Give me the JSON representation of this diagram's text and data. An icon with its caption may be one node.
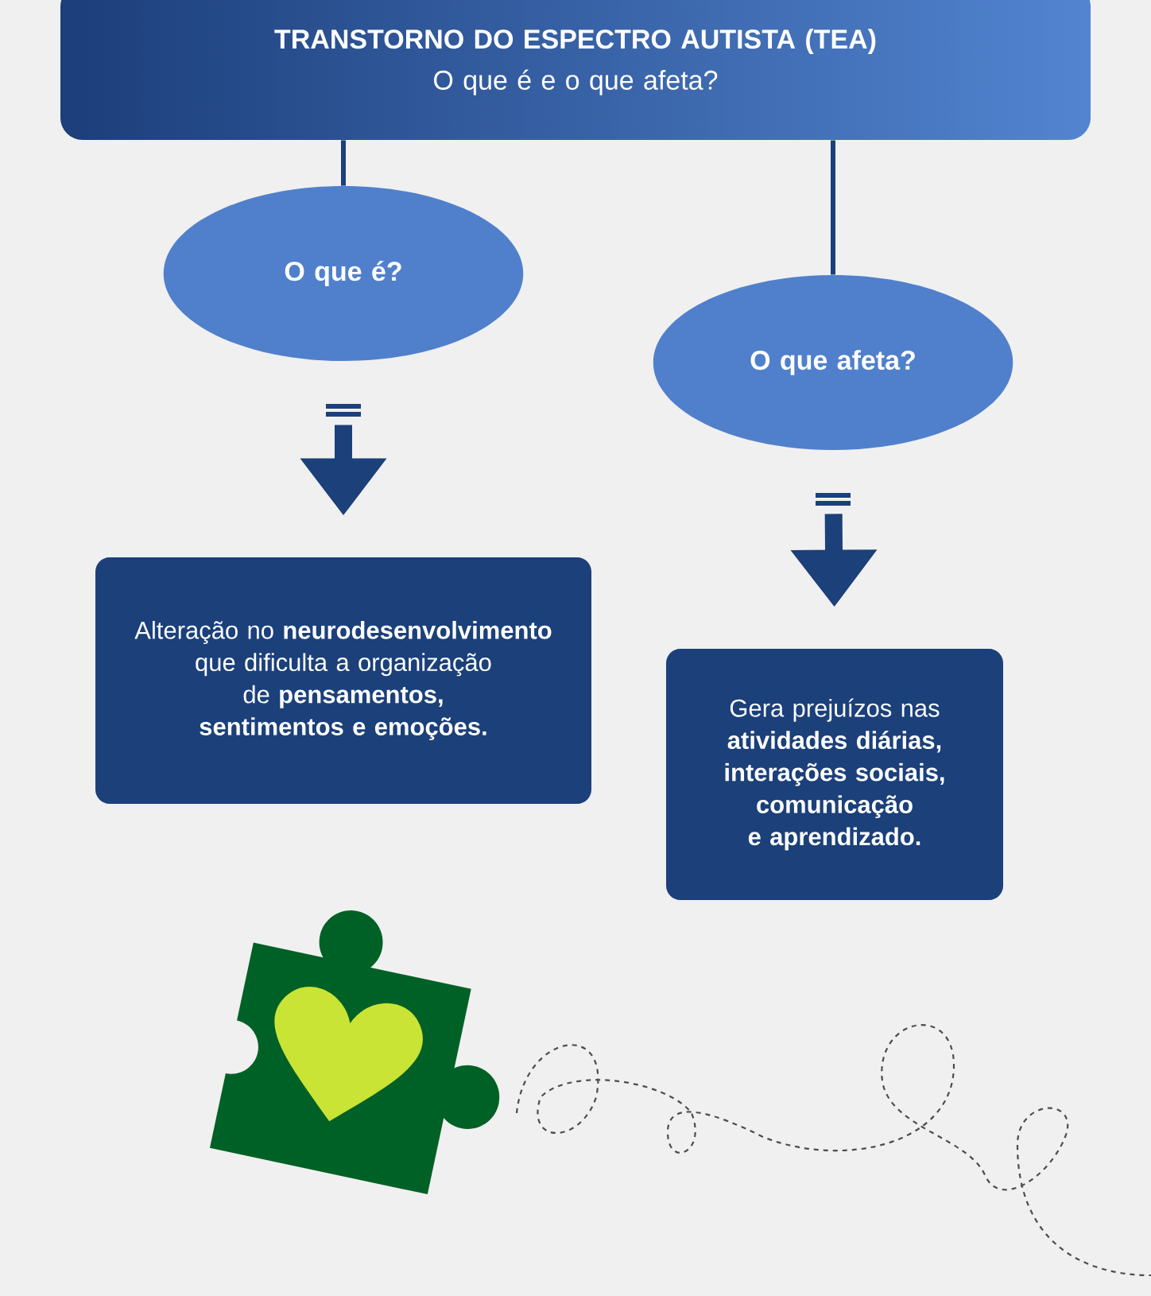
{
  "diagram": {
    "nodes": [
      {
        "text": [
          "TRANSTORNO DO ESPECTRO AUTISTA (TEA)",
          "O que é e o que afeta?"
        ]
      },
      {
        "text": [
          "O que é?"
        ]
      },
      {
        "text": [
          "O que afeta?"
        ]
      },
      {
        "text": [
          "Alteração no **neurodesenvolvimento** que dificulta a organização de **pensamentos, sentimentos e emoções.**"
        ]
      },
      {
        "text": [
          "Gera prejuízos nas **atividades diárias, interações sociais, comunicação e aprendizado.**"
        ]
      }
    ],
    "edges": [
      {
        "from": 0,
        "to": 1,
        "arrow": "none"
      },
      {
        "from": 0,
        "to": 2,
        "arrow": "none"
      },
      {
        "from": 1,
        "to": 3,
        "arrow": "to",
        "style": "thick"
      },
      {
        "from": 2,
        "to": 4,
        "arrow": "to",
        "style": "thick"
      }
    ]
  }
}
